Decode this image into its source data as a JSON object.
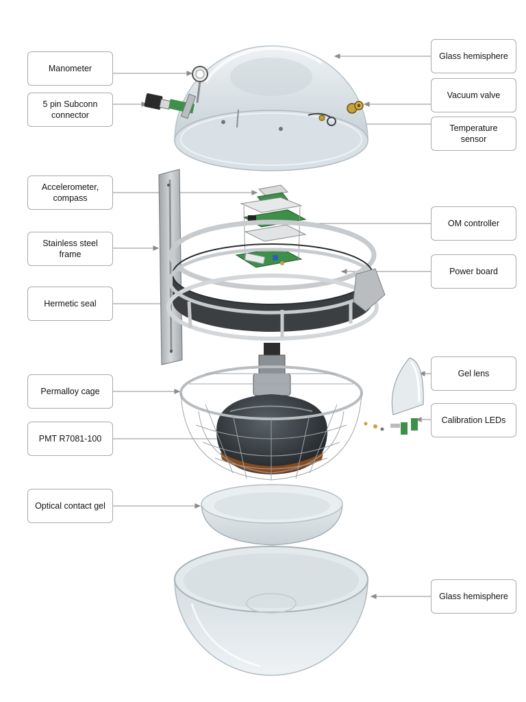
{
  "labels": {
    "manometer": "Manometer",
    "subconn": "5 pin Subconn\nconnector",
    "glass_top": "Glass hemisphere",
    "vacuum_valve": "Vacuum valve",
    "temp_sensor": "Temperature sensor",
    "accelerometer": "Accelerometer,\ncompass",
    "steel_frame": "Stainless steel frame",
    "om_controller": "OM controller",
    "power_board": "Power board",
    "hermetic_seal": "Hermetic seal",
    "permalloy": "Permalloy cage",
    "gel_lens": "Gel lens",
    "calibration": "Calibration LEDs",
    "pmt": "PMT R7081-100",
    "optical_gel": "Optical contact gel",
    "glass_bottom": "Glass hemisphere"
  },
  "colors": {
    "glass": "#dfe6ea",
    "steel": "#b9bdc0",
    "pcb": "#3e8f4a",
    "seal": "#3c3f42",
    "pmt_dark": "#2f3438",
    "pmt_gel": "#8a4a1c",
    "leader": "#8c8c8c"
  }
}
